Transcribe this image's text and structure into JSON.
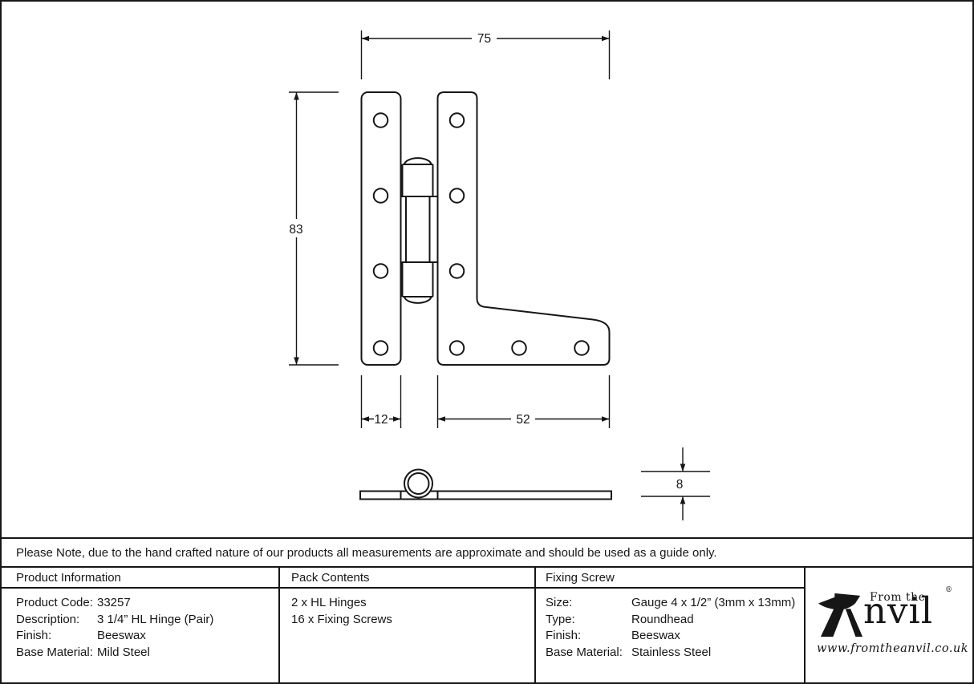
{
  "note": "Please Note, due to the hand crafted nature of our products all measurements are approximate and should be used as a guide only.",
  "drawing": {
    "dim_overall_width": "75",
    "dim_overall_height": "83",
    "dim_left_leaf_width": "12",
    "dim_arm_length": "52",
    "dim_thickness": "8"
  },
  "tables": {
    "product_information": {
      "header": "Product Information",
      "rows": [
        {
          "label": "Product Code:",
          "value": "33257"
        },
        {
          "label": "Description:",
          "value": "3 1/4” HL Hinge (Pair)"
        },
        {
          "label": "Finish:",
          "value": "Beeswax"
        },
        {
          "label": "Base Material:",
          "value": "Mild Steel"
        }
      ]
    },
    "pack_contents": {
      "header": "Pack Contents",
      "items": [
        "2 x HL Hinges",
        "16 x Fixing Screws"
      ]
    },
    "fixing_screw": {
      "header": "Fixing Screw",
      "rows": [
        {
          "label": "Size:",
          "value": "Gauge 4 x 1/2” (3mm x 13mm)"
        },
        {
          "label": "Type:",
          "value": "Roundhead"
        },
        {
          "label": "Finish:",
          "value": "Beeswax"
        },
        {
          "label": "Base Material:",
          "value": "Stainless Steel"
        }
      ]
    }
  },
  "logo": {
    "brand_prefix": "From the",
    "brand_suffix": "nvil",
    "registered": "®",
    "website": "www.fromtheanvil.co.uk"
  },
  "colors": {
    "line": "#161616",
    "background": "#ffffff"
  }
}
